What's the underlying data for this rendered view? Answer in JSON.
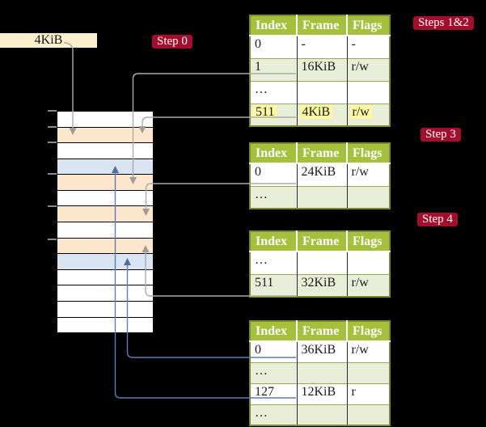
{
  "colors": {
    "background": "#000000",
    "table_header_green": "#a5c13c",
    "table_row_green": "#e9eed9",
    "table_border_olive": "#7e8b2d",
    "badge_red": "#a50d2d",
    "size_box_cream": "#faf0ce",
    "frame_peach": "#fde7cc",
    "frame_blue": "#d9e5f3",
    "highlight_yellow": "#fdf7a1",
    "gray_connector": "#ababab",
    "blue_connector": "#5b7fb4"
  },
  "size_label": "4KiB",
  "badges": {
    "step0": "Step 0",
    "steps12": "Steps 1&2",
    "step3": "Step 3",
    "step4": "Step 4"
  },
  "memory_strip": {
    "row_fills": [
      "white",
      "peach",
      "white",
      "blue",
      "peach",
      "white",
      "peach",
      "white",
      "peach",
      "blue",
      "white",
      "white",
      "white",
      "white"
    ]
  },
  "tables": [
    {
      "headers": [
        "Index",
        "Frame",
        "Flags"
      ],
      "rows": [
        {
          "cells": [
            "0",
            "-",
            "-"
          ]
        },
        {
          "cells": [
            "1",
            "16KiB",
            "r/w"
          ]
        },
        {
          "cells": [
            "…",
            "",
            ""
          ]
        },
        {
          "cells": [
            "511",
            "4KiB",
            "r/w"
          ],
          "highlighted": true
        }
      ]
    },
    {
      "headers": [
        "Index",
        "Frame",
        "Flags"
      ],
      "rows": [
        {
          "cells": [
            "0",
            "24KiB",
            "r/w"
          ]
        },
        {
          "cells": [
            "…",
            "",
            ""
          ]
        }
      ]
    },
    {
      "headers": [
        "Index",
        "Frame",
        "Flags"
      ],
      "rows": [
        {
          "cells": [
            "…",
            "",
            ""
          ]
        },
        {
          "cells": [
            "511",
            "32KiB",
            "r/w"
          ]
        }
      ]
    },
    {
      "headers": [
        "Index",
        "Frame",
        "Flags"
      ],
      "rows": [
        {
          "cells": [
            "0",
            "36KiB",
            "r/w"
          ]
        },
        {
          "cells": [
            "…",
            "",
            ""
          ]
        },
        {
          "cells": [
            "127",
            "12KiB",
            "r"
          ]
        },
        {
          "cells": [
            "…",
            "",
            ""
          ]
        }
      ]
    }
  ],
  "connectors": [
    {
      "from": "4KiB size label",
      "to": "memory frame row 2",
      "color": "gray",
      "direction": "down"
    },
    {
      "from": "table1 index 1 (16KiB)",
      "to": "memory frame row 5",
      "color": "gray",
      "direction": "down"
    },
    {
      "from": "table1 index 511 (4KiB)",
      "to": "memory frame row 2",
      "color": "gray",
      "direction": "down"
    },
    {
      "from": "table2 index 0 (24KiB)",
      "to": "memory frame row 7",
      "color": "gray",
      "direction": "down"
    },
    {
      "from": "table3 index 511 (32KiB)",
      "to": "memory frame row 9",
      "color": "gray",
      "direction": "up"
    },
    {
      "from": "table4 index 0 (36KiB)",
      "to": "memory frame row 10",
      "color": "blue",
      "direction": "up"
    },
    {
      "from": "table4 index 127 (12KiB)",
      "to": "memory frame row 4",
      "color": "blue",
      "direction": "up"
    }
  ]
}
